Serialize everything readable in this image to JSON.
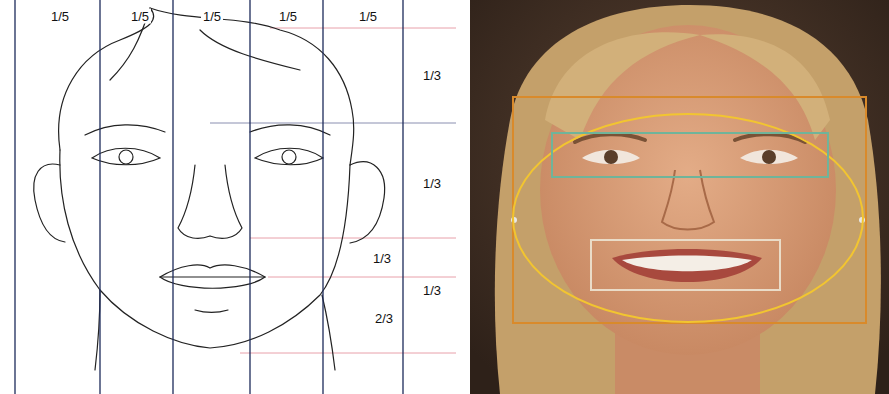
{
  "diagram": {
    "labels": [
      "1/5",
      "1/5",
      "1/5",
      "1/5",
      "1/5",
      "1/3",
      "1/3",
      "1/3",
      "1/3",
      "2/3"
    ]
  }
}
